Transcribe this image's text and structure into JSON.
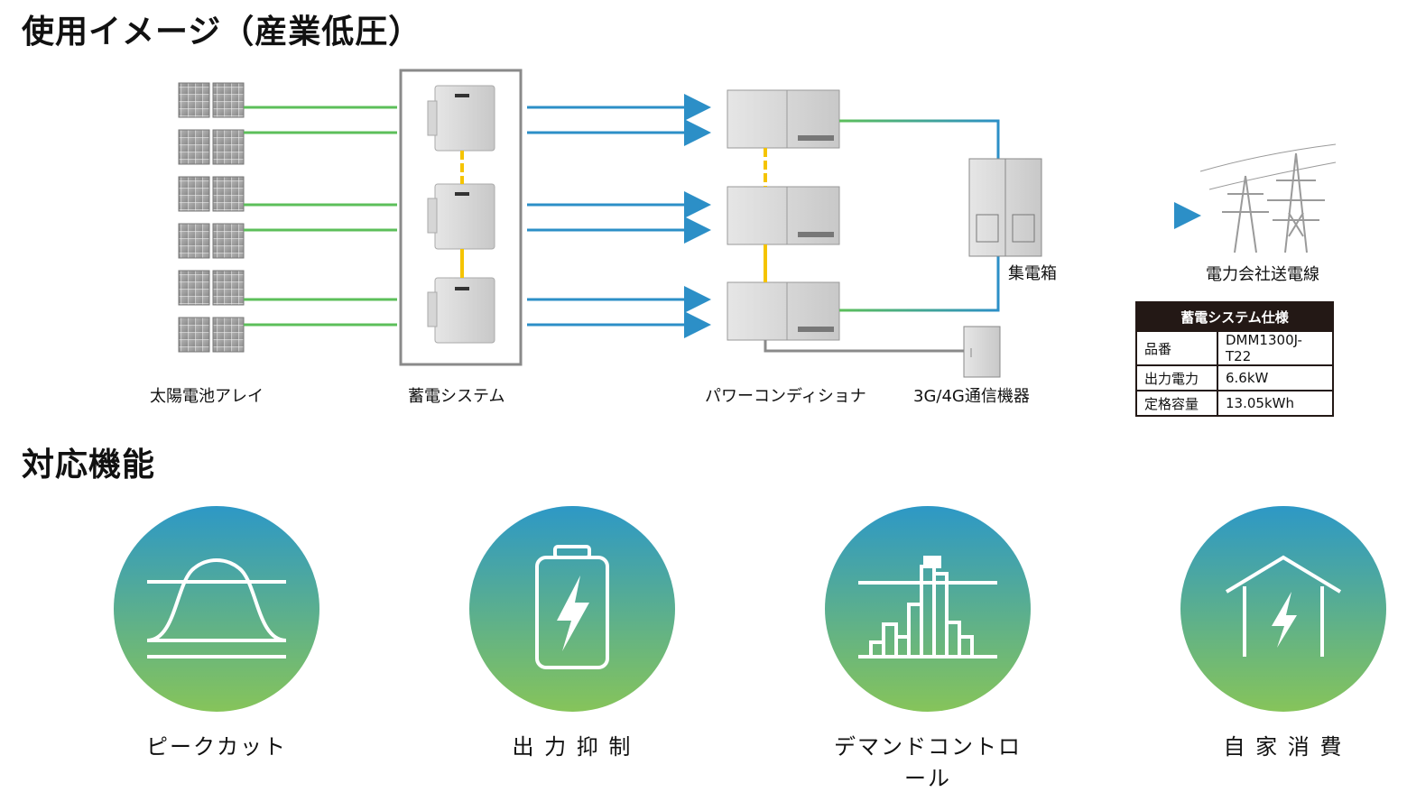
{
  "title_usage": "使用イメージ（産業低圧）",
  "title_functions": "対応機能",
  "labels": {
    "solar": "太陽電池アレイ",
    "storage": "蓄電システム",
    "pcs": "パワーコンディショナ",
    "comm": "3G/4G通信機器",
    "collector": "集電箱",
    "grid": "電力会社送電線"
  },
  "spec": {
    "header": "蓄電システム仕様",
    "rows": [
      {
        "key": "品番",
        "value": "DMM1300J-T22"
      },
      {
        "key": "出力電力",
        "value": "6.6kW"
      },
      {
        "key": "定格容量",
        "value": "13.05kWh"
      }
    ]
  },
  "functions": [
    {
      "label": "ピークカット",
      "icon": "peak-cut-icon"
    },
    {
      "label": "出 力 抑 制",
      "icon": "battery-icon"
    },
    {
      "label": "デマンドコントロール",
      "icon": "demand-bars-icon"
    },
    {
      "label": "自 家 消 費",
      "icon": "house-lightning-icon"
    }
  ],
  "colors": {
    "green": "#5cbf5a",
    "blue": "#2c8fc7",
    "yellow": "#f5c400",
    "gray": "#8a8a8a",
    "dark": "#231815"
  }
}
